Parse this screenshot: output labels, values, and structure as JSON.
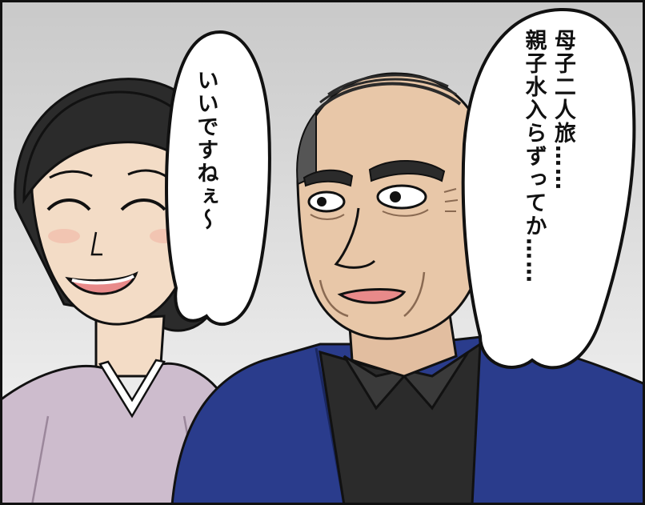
{
  "dialogue": {
    "woman": {
      "lines": [
        "いいですねぇ〜"
      ]
    },
    "man": {
      "lines": [
        "母子二人旅……",
        "親子水入らずってか……"
      ]
    }
  },
  "colors": {
    "background_top": "#c9c9c9",
    "background_bottom": "#f4f4f4",
    "skin": "#f3dcc6",
    "skin_shadow": "#e2bea0",
    "man_jacket": "#2a3c8c",
    "man_shirt": "#2b2b2b",
    "woman_kimono": "#cdbccd",
    "hair": "#2b2b2b",
    "outline": "#111111",
    "mouth": "#e88a8a"
  }
}
